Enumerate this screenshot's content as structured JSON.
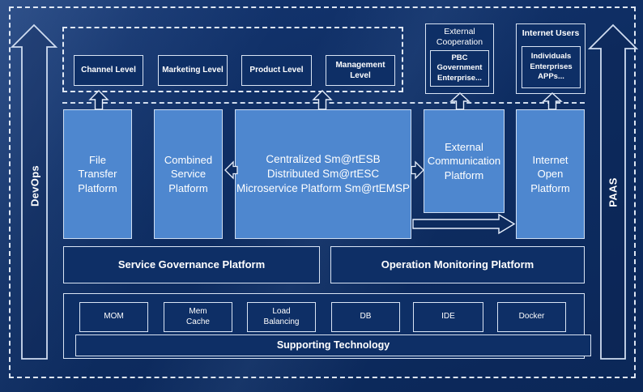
{
  "colors": {
    "background_navy": "#0e2d62",
    "box_light_blue": "#4e87cf",
    "box_dark_navy": "#0e2f66",
    "border_light": "#d9e4f4",
    "text": "#ffffff"
  },
  "rails": {
    "left_label": "DevOps",
    "right_label": "PAAS"
  },
  "levels": {
    "items": [
      "Channel Level",
      "Marketing Level",
      "Product Level",
      "Management Level"
    ]
  },
  "external_cooperation": {
    "title": "External\nCooperation",
    "inner": "PBC Government\nEnterprise..."
  },
  "internet_users": {
    "title": "Internet Users",
    "inner": "Individuals\nEnterprises\nAPPs..."
  },
  "platforms": {
    "file_transfer": "File\nTransfer\nPlatform",
    "combined_service": "Combined\nService\nPlatform",
    "central": "Centralized Sm@rtESB\nDistributed Sm@rtESC\nMicroservice Platform Sm@rtEMSP",
    "external_communication": "External\nCommunication\nPlatform",
    "internet_open": "Internet\nOpen\nPlatform"
  },
  "governance": {
    "service": "Service Governance Platform",
    "operation": "Operation Monitoring Platform"
  },
  "supporting": {
    "items": [
      "MOM",
      "Mem\nCache",
      "Load\nBalancing",
      "DB",
      "IDE",
      "Docker"
    ],
    "bar": "Supporting Technology"
  }
}
